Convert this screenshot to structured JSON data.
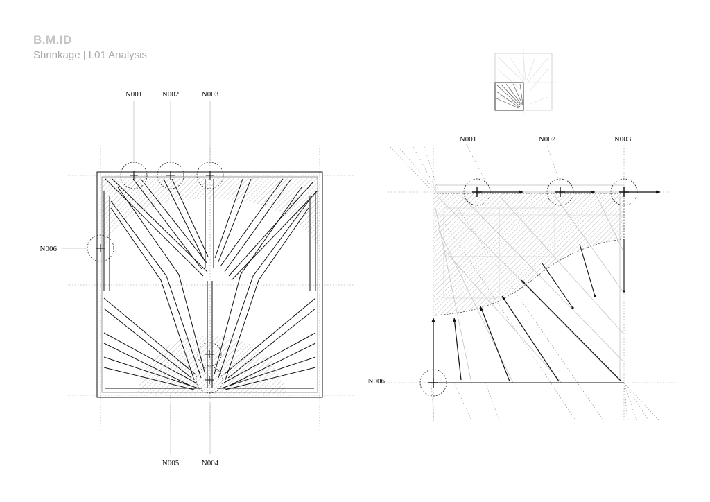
{
  "header": {
    "brand": "B.M.ID",
    "subtitle": "Shrinkage | L01 Analysis"
  },
  "left_panel": {
    "nodes": [
      {
        "id": "N001",
        "label": "N001"
      },
      {
        "id": "N002",
        "label": "N002"
      },
      {
        "id": "N003",
        "label": "N003"
      },
      {
        "id": "N004",
        "label": "N004"
      },
      {
        "id": "N005",
        "label": "N005"
      },
      {
        "id": "N006",
        "label": "N006"
      }
    ]
  },
  "right_panel": {
    "nodes": [
      {
        "id": "N001",
        "label": "N001"
      },
      {
        "id": "N002",
        "label": "N002"
      },
      {
        "id": "N003",
        "label": "N003"
      },
      {
        "id": "N006",
        "label": "N006"
      }
    ]
  },
  "colors": {
    "line": "#111111",
    "guide": "#888888",
    "hatch": "#bdbdbd",
    "brand": "#c4c4c4"
  }
}
